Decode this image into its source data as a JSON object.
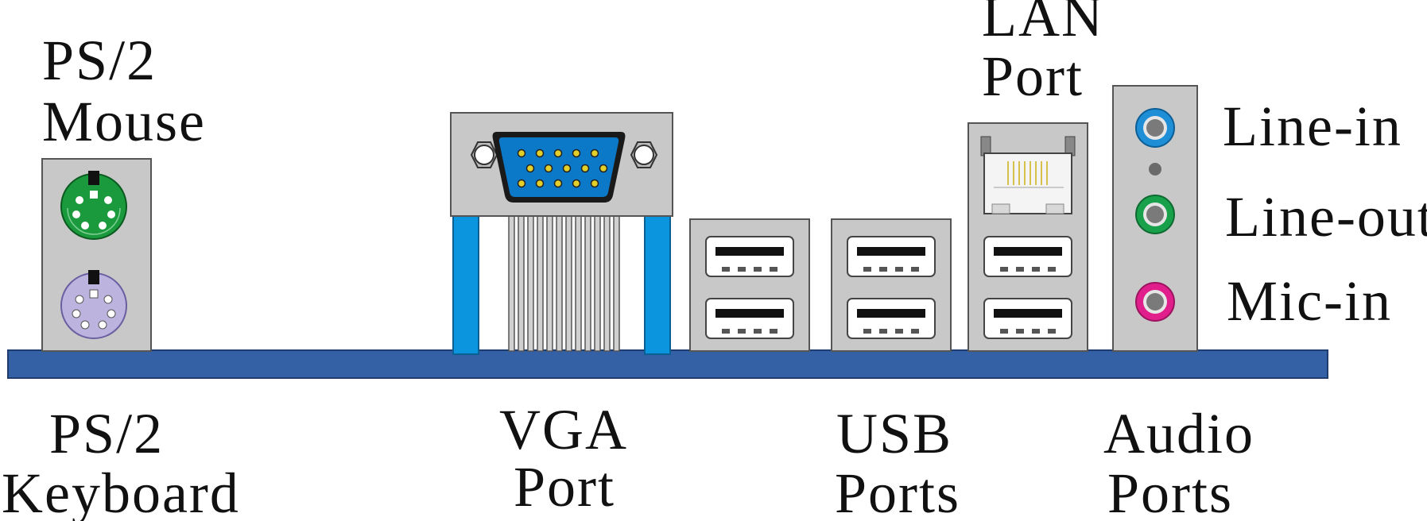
{
  "labels": {
    "ps2_mouse": [
      "PS/2",
      "Mouse"
    ],
    "ps2_keyboard": [
      "PS/2",
      "Keyboard"
    ],
    "vga": [
      "VGA",
      "Port"
    ],
    "lan": [
      "LAN",
      "Port"
    ],
    "usb": [
      "USB",
      "Ports"
    ],
    "audio": [
      "Audio",
      "Ports"
    ],
    "line_in": "Line-in",
    "line_out": "Line-out",
    "mic_in": "Mic-in"
  },
  "colors": {
    "board": "#3461a6",
    "panel": "#c8c8c8",
    "vga_body": "#0b78c8",
    "vga_bracket": "#0b95de",
    "ps2_mouse": "#1a9a3c",
    "ps2_keyboard": "#bdb3df",
    "line_in": "#1e8fd6",
    "line_out": "#18a04a",
    "mic_in": "#e01f8c",
    "pin": "#e2cf2a"
  },
  "icons": [
    "ps2-mouse-port-icon",
    "ps2-keyboard-port-icon",
    "vga-connector-icon",
    "usb-port-icon",
    "rj45-lan-port-icon",
    "audio-jack-icon"
  ]
}
